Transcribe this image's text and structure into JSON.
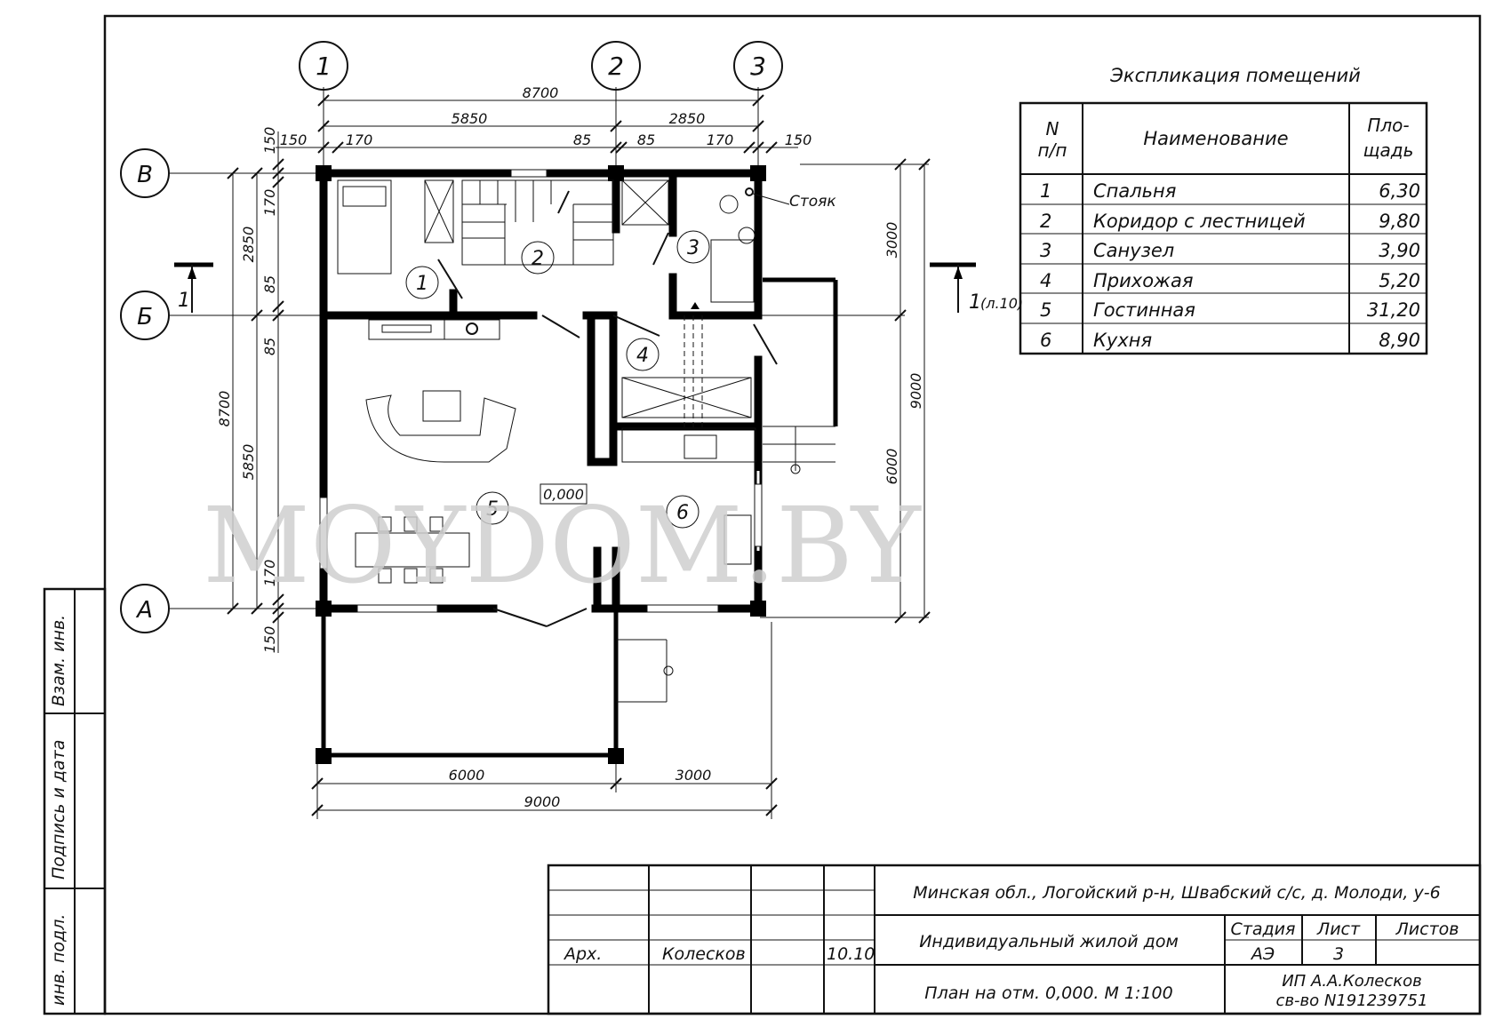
{
  "axes": {
    "vertical": [
      "1",
      "2",
      "3"
    ],
    "horizontal": [
      "В",
      "Б",
      "А"
    ]
  },
  "dimensions": {
    "top_total": "8700",
    "top_left": "5850",
    "top_right": "2850",
    "top_wall_left": "150",
    "top_wall_a": "170",
    "top_wall_b": "85",
    "top_wall_c": "85",
    "top_wall_d": "170",
    "top_wall_e": "150",
    "left_total": "8700",
    "left_upper": "2850",
    "left_lower": "5850",
    "left_150_top": "150",
    "left_170_top": "170",
    "left_85_a": "85",
    "left_85_b": "85",
    "left_170_bottom": "170",
    "left_150_bottom": "150",
    "right_total": "9000",
    "right_upper": "3000",
    "right_lower": "6000",
    "bottom_total": "9000",
    "bottom_left": "6000",
    "bottom_right": "3000"
  },
  "section_marks": {
    "left": "1",
    "right": "1",
    "right_ref": "(л.10)"
  },
  "riser_label": "Стояк",
  "level_mark": "0,000",
  "room_numbers": [
    "1",
    "2",
    "3",
    "4",
    "5",
    "6"
  ],
  "watermark": "MOYDOM.BY",
  "explication": {
    "title": "Экспликация помещений",
    "headers": {
      "num_line1": "N",
      "num_line2": "п/п",
      "name": "Наименование",
      "area_line1": "Пло-",
      "area_line2": "щадь"
    },
    "rows": [
      {
        "n": "1",
        "name": "Спальня",
        "area": "6,30"
      },
      {
        "n": "2",
        "name": "Коридор с лестницей",
        "area": "9,80"
      },
      {
        "n": "3",
        "name": "Санузел",
        "area": "3,90"
      },
      {
        "n": "4",
        "name": "Прихожая",
        "area": "5,20"
      },
      {
        "n": "5",
        "name": "Гостинная",
        "area": "31,20"
      },
      {
        "n": "6",
        "name": "Кухня",
        "area": "8,90"
      }
    ]
  },
  "side_stamp": {
    "cell1": "Взам. инв.",
    "cell2": "Подпись и дата",
    "cell3": "инв. подл."
  },
  "title_block": {
    "role": "Арх.",
    "author": "Колесков",
    "date": "10.10",
    "address": "Минская обл., Логойский р-н, Швабский с/с, д. Молоди, у-6",
    "object": "Индивидуальный жилой дом",
    "sheet_title": "План на отм. 0,000. М 1:100",
    "stage_label": "Стадия",
    "sheet_label": "Лист",
    "sheets_label": "Листов",
    "stage": "АЭ",
    "sheet": "3",
    "sheets": "",
    "company": "ИП А.А.Колесков",
    "license": "св-во N191239751"
  }
}
